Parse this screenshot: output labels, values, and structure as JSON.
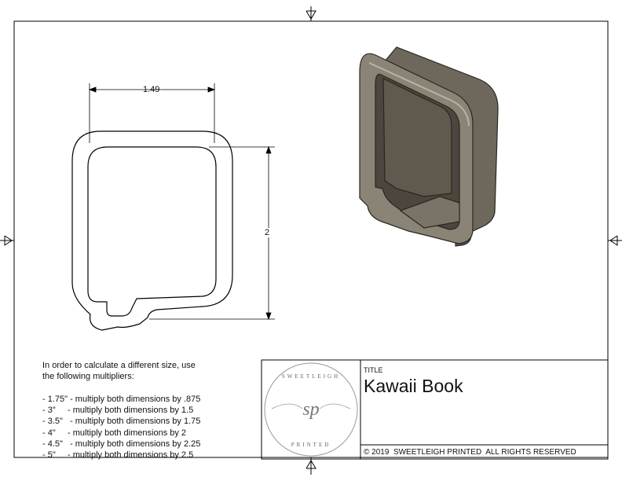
{
  "drawing": {
    "width_label": "1.49",
    "height_label": "2"
  },
  "notes": {
    "intro": [
      "In order to calculate a different size, use",
      "the following multipliers:"
    ],
    "multipliers": [
      "- 1.75\" - multiply both dimensions by .875",
      "- 3\"     - multiply both dimensions by 1.5",
      "- 3.5\"   - multiply both dimensions by 1.75",
      "- 4\"     - multiply both dimensions by 2",
      "- 4.5\"   - multiply both dimensions by 2.25",
      "- 5\"     - multiply both dimensions by 2.5"
    ]
  },
  "title_block": {
    "label": "TITLE",
    "title": "Kawaii Book",
    "copyright": "© 2019  SWEETLEIGH PRINTED  ALL RIGHTS RESERVED",
    "logo_text": {
      "top": "SWEETLEIGH",
      "bottom": "PRINTED",
      "mark": "sp"
    }
  },
  "colors": {
    "line": "#000000",
    "body_fill": "#7a7468",
    "body_dark": "#4c463e",
    "body_light": "#a8a294"
  }
}
